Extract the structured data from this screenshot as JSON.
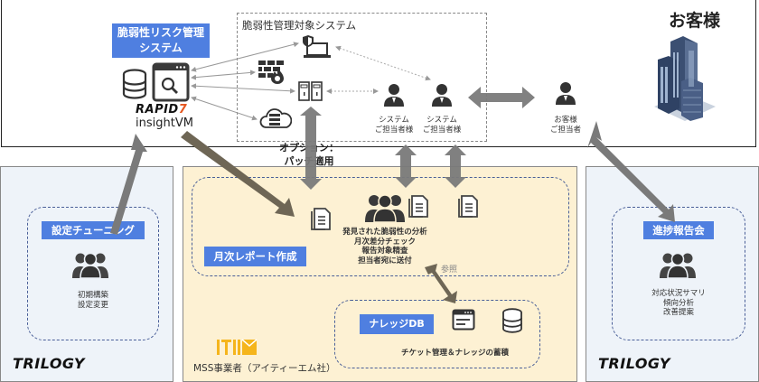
{
  "customer_panel": {
    "title": "お客様",
    "target_system_title": "脆弱性管理対象システム",
    "system_contacts": [
      {
        "line1": "システム",
        "line2": "ご担当者様"
      },
      {
        "line1": "システム",
        "line2": "ご担当者様"
      }
    ],
    "customer_contact": {
      "line1": "お客様",
      "line2": "ご担当者"
    },
    "option_label_line1": "オプション：",
    "option_label_line2": "パッチ適用"
  },
  "vuln_system": {
    "label_line1": "脆弱性リスク管理",
    "label_line2": "システム",
    "brand": "RAPID",
    "brand_mark": "7",
    "product": "insightVM"
  },
  "left_panel": {
    "label": "設定チューニング",
    "lines": [
      "初期構築",
      "設定変更"
    ],
    "logo": "TRILOGY"
  },
  "middle_panel": {
    "monthly_report_label": "月次レポート作成",
    "analysis_lines": [
      "発見された脆弱性の分析",
      "月次差分チェック",
      "報告対象精査",
      "担当者宛に送付"
    ],
    "reference_label": "参照",
    "knowledge_label": "ナレッジDB",
    "knowledge_caption": "チケット管理＆ナレッジの蓄積",
    "company": "MSS事業者（アイティーエム社）"
  },
  "right_panel": {
    "label": "進捗報告会",
    "lines": [
      "対応状況サマリ",
      "傾向分析",
      "改善提案"
    ],
    "logo": "TRILOGY"
  },
  "colors": {
    "accent_blue": "#4f7fe0",
    "arrow_gray": "#7a7a7a",
    "arrow_brown": "#6e6655",
    "itm_orange": "#f5b51c",
    "dashed_border": "#4a5f98",
    "panel_blue_bg": "#eef3f9",
    "panel_yellow_bg": "#fdf1d3"
  }
}
